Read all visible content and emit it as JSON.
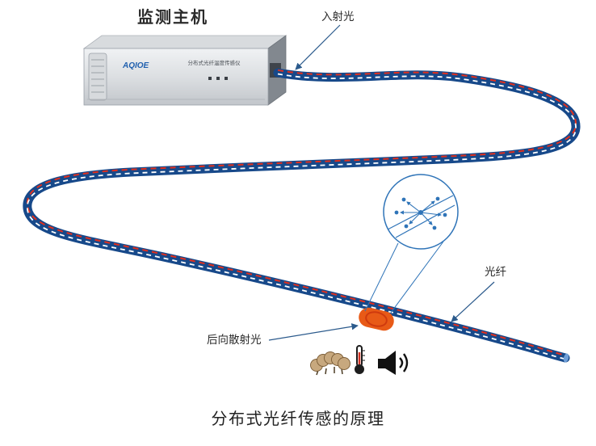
{
  "page": {
    "title": "分布式光纤传感的原理"
  },
  "device": {
    "label": "监测主机",
    "brand": "AQIOE",
    "panel_text": "分布式光纤温度传感仪",
    "led_count": 3
  },
  "callouts": {
    "incident_light": "入射光",
    "fiber": "光纤",
    "backscatter": "后向散射光"
  },
  "icons": {
    "strain": "strain-worm-icon",
    "temperature": "thermometer-icon",
    "sound": "sound-speaker-icon"
  },
  "colors": {
    "cable_blue": "#17498a",
    "cable_end": "#6f9fd8",
    "dash_red": "#e0301e",
    "dash_white": "#ffffff",
    "outline_blue": "#2f74b8",
    "arrow_navy": "#2b5a8c",
    "highlight_orange": "#e85a17",
    "highlight_ring": "#cf3a0e",
    "brand_blue": "#1f5fae",
    "text_dark": "#2b2b2b"
  }
}
